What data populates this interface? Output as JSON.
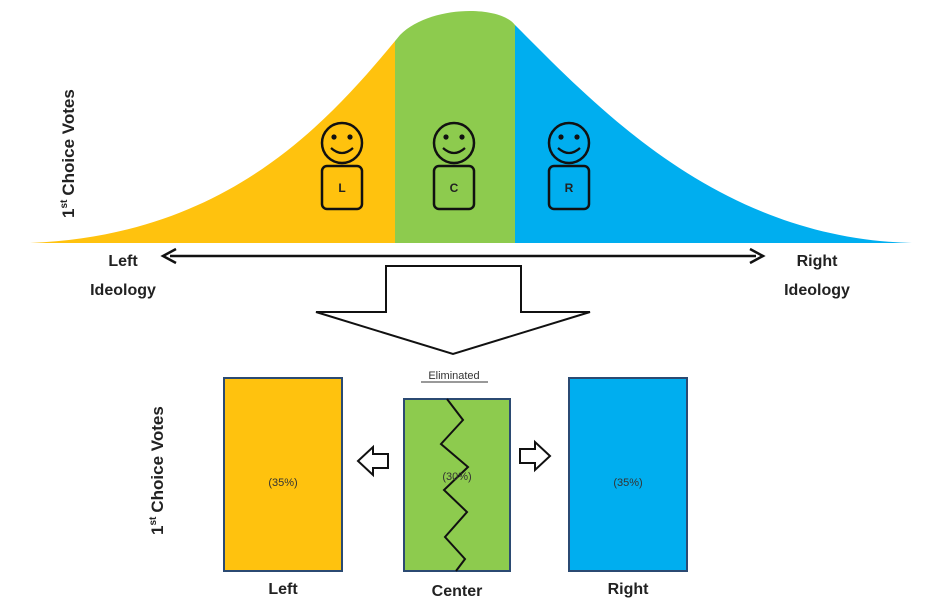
{
  "curve": {
    "y_axis_label": "Choice Votes",
    "y_axis_sup": "st",
    "y_axis_num": "1",
    "left_label_line1": "Left",
    "left_label_line2": "Ideology",
    "right_label_line1": "Right",
    "right_label_line2": "Ideology",
    "segments": [
      {
        "name": "left",
        "color": "#FFC20E"
      },
      {
        "name": "center",
        "color": "#8DCB4E"
      },
      {
        "name": "right",
        "color": "#00AEEF"
      }
    ],
    "candidates": [
      {
        "letter": "L"
      },
      {
        "letter": "C"
      },
      {
        "letter": "R"
      }
    ]
  },
  "bottom": {
    "y_axis_label": "Choice Votes",
    "y_axis_sup": "st",
    "y_axis_num": "1",
    "eliminated_label": "Eliminated",
    "bars": [
      {
        "name": "Left",
        "percent_label": "(35%)",
        "color": "#FFC20E"
      },
      {
        "name": "Center",
        "percent_label": "(30%)",
        "color": "#8DCB4E"
      },
      {
        "name": "Right",
        "percent_label": "(35%)",
        "color": "#00AEEF"
      }
    ]
  }
}
